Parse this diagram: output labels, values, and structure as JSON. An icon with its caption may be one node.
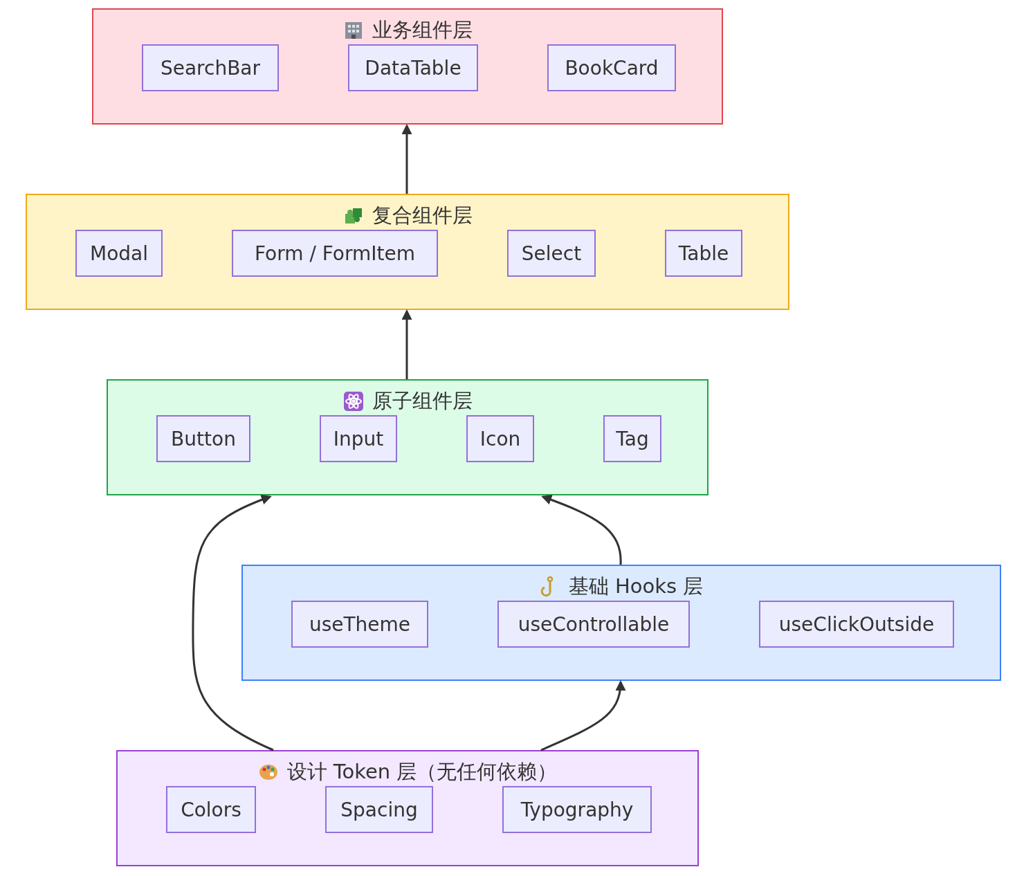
{
  "diagram": {
    "nodes": [
      {
        "text": [
          "业务组件层"
        ]
      },
      {
        "text": [
          "SearchBar"
        ],
        "in": 0
      },
      {
        "text": [
          "DataTable"
        ],
        "in": 0
      },
      {
        "text": [
          "BookCard"
        ],
        "in": 0
      },
      {
        "text": [
          "复合组件层"
        ]
      },
      {
        "text": [
          "Modal"
        ],
        "in": 4
      },
      {
        "text": [
          "Form / FormItem"
        ],
        "in": 4
      },
      {
        "text": [
          "Select"
        ],
        "in": 4
      },
      {
        "text": [
          "Table"
        ],
        "in": 4
      },
      {
        "text": [
          "原子组件层"
        ]
      },
      {
        "text": [
          "Button"
        ],
        "in": 9
      },
      {
        "text": [
          "Input"
        ],
        "in": 9
      },
      {
        "text": [
          "Icon"
        ],
        "in": 9
      },
      {
        "text": [
          "Tag"
        ],
        "in": 9
      },
      {
        "text": [
          "基础 Hooks 层"
        ]
      },
      {
        "text": [
          "useTheme"
        ],
        "in": 14
      },
      {
        "text": [
          "useControllable"
        ],
        "in": 14
      },
      {
        "text": [
          "useClickOutside"
        ],
        "in": 14
      },
      {
        "text": [
          "设计 Token 层（无任何依赖）"
        ]
      },
      {
        "text": [
          "Colors"
        ],
        "in": 18
      },
      {
        "text": [
          "Spacing"
        ],
        "in": 18
      },
      {
        "text": [
          "Typography"
        ],
        "in": 18
      }
    ],
    "edges": [
      {
        "from": 4,
        "to": 0,
        "arrow": "to"
      },
      {
        "from": 9,
        "to": 4,
        "arrow": "to"
      },
      {
        "from": 18,
        "to": 9,
        "arrow": "to"
      },
      {
        "from": 14,
        "to": 9,
        "arrow": "to"
      },
      {
        "from": 18,
        "to": 14,
        "arrow": "to"
      }
    ]
  }
}
